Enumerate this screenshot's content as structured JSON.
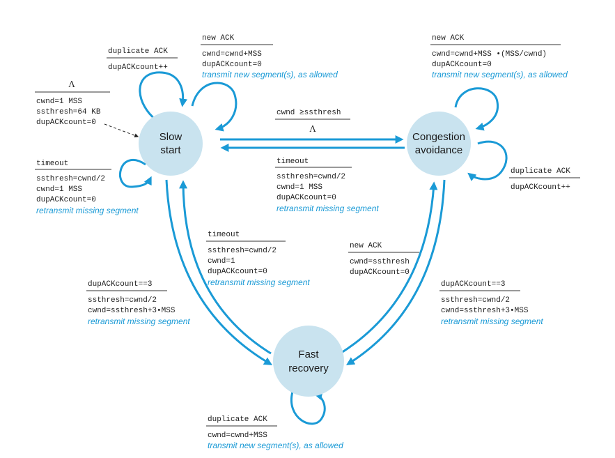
{
  "states": {
    "slow_start": [
      "Slow",
      "start"
    ],
    "congestion_avoidance": [
      "Congestion",
      "avoidance"
    ],
    "fast_recovery": [
      "Fast",
      "recovery"
    ]
  },
  "labels": {
    "ss_dupack": {
      "event": "duplicate ACK",
      "actions": [
        "dupACKcount++"
      ],
      "note": ""
    },
    "ss_newack": {
      "event": "new ACK",
      "actions": [
        "cwnd=cwnd+MSS",
        "dupACKcount=0"
      ],
      "note": "transmit new segment(s), as allowed"
    },
    "init": {
      "event": "Λ",
      "actions": [
        "cwnd=1 MSS",
        "ssthresh=64 KB",
        "dupACKcount=0"
      ],
      "note": ""
    },
    "ss_timeout": {
      "event": "timeout",
      "actions": [
        "ssthresh=cwnd/2",
        "cwnd=1 MSS",
        "dupACKcount=0"
      ],
      "note": "retransmit missing segment"
    },
    "ss_to_ca": {
      "event": "cwnd ≥ssthresh",
      "actions": [
        "Λ"
      ],
      "note": ""
    },
    "ca_timeout": {
      "event": "timeout",
      "actions": [
        "ssthresh=cwnd/2",
        "cwnd=1 MSS",
        "dupACKcount=0"
      ],
      "note": "retransmit missing segment"
    },
    "ca_newack": {
      "event": "new ACK",
      "actions": [
        "cwnd=cwnd+MSS •(MSS/cwnd)",
        "dupACKcount=0"
      ],
      "note": "transmit new segment(s), as allowed"
    },
    "ca_dupack": {
      "event": "duplicate ACK",
      "actions": [
        "dupACKcount++"
      ],
      "note": ""
    },
    "fr_timeout": {
      "event": "timeout",
      "actions": [
        "ssthresh=cwnd/2",
        "cwnd=1",
        "dupACKcount=0"
      ],
      "note": "retransmit missing segment"
    },
    "fr_newack": {
      "event": "new ACK",
      "actions": [
        "cwnd=ssthresh",
        "dupACKcount=0"
      ],
      "note": ""
    },
    "ss_dup3": {
      "event": "dupACKcount==3",
      "actions": [
        "ssthresh=cwnd/2",
        "cwnd=ssthresh+3•MSS"
      ],
      "note": "retransmit missing segment"
    },
    "ca_dup3": {
      "event": "dupACKcount==3",
      "actions": [
        "ssthresh=cwnd/2",
        "cwnd=ssthresh+3•MSS"
      ],
      "note": "retransmit missing segment"
    },
    "fr_dupack": {
      "event": "duplicate ACK",
      "actions": [
        "cwnd=cwnd+MSS"
      ],
      "note": "transmit new segment(s), as allowed"
    }
  },
  "colors": {
    "arrow": "#1a9ad6",
    "state_fill": "#c9e3ef",
    "note": "#1a9ad6"
  }
}
